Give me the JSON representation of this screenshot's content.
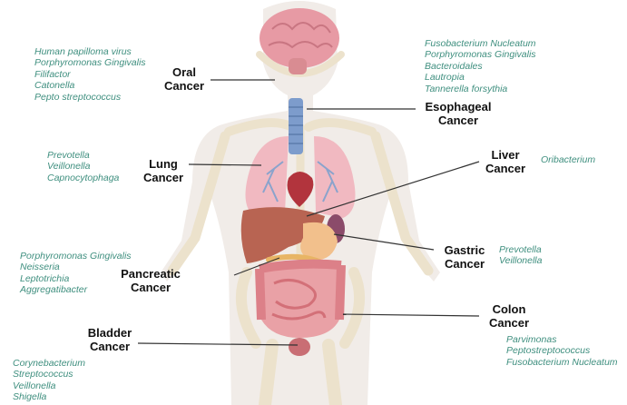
{
  "colors": {
    "bacteria_text": "#3f8f7f",
    "label_text": "#111111",
    "leader_line": "#333333",
    "skeleton": "#ece2cc",
    "skin": "#f1ece8",
    "brain": "#e79aa4",
    "trachea": "#7d9ccc",
    "lung": "#f1b9c1",
    "liver": "#b86452",
    "intestine": "#dc8088",
    "stomach": "#f2c08c",
    "spleen": "#8b4b6a",
    "bladder": "#c96e74"
  },
  "icons": [
    "brain-icon",
    "trachea-icon",
    "lungs-icon",
    "heart-icon",
    "liver-icon",
    "stomach-icon",
    "pancreas-icon",
    "intestine-icon",
    "bladder-icon",
    "skeleton-icon"
  ],
  "cancers": {
    "oral": {
      "line1": "Oral",
      "line2": "Cancer",
      "bacteria": [
        "Human papilloma virus",
        "Porphyromonas Gingivalis",
        "Filifactor",
        "Catonella",
        "Pepto streptococcus"
      ]
    },
    "esophageal": {
      "line1": "Esophageal",
      "line2": "Cancer",
      "bacteria": [
        "Fusobacterium Nucleatum",
        "Porphyromonas Gingivalis",
        "Bacteroidales",
        "Lautropia",
        "Tannerella forsythia"
      ]
    },
    "lung": {
      "line1": "Lung",
      "line2": "Cancer",
      "bacteria": [
        "Prevotella",
        "Veillonella",
        "Capnocytophaga"
      ]
    },
    "liver": {
      "line1": "Liver",
      "line2": "Cancer",
      "bacteria": [
        "Oribacterium"
      ]
    },
    "gastric": {
      "line1": "Gastric",
      "line2": "Cancer",
      "bacteria": [
        "Prevotella",
        "Veillonella"
      ]
    },
    "pancreatic": {
      "line1": "Pancreatic",
      "line2": "Cancer",
      "bacteria": [
        "Porphyromonas Gingivalis",
        "Neisseria",
        "Leptotrichia",
        "Aggregatibacter"
      ]
    },
    "colon": {
      "line1": "Colon",
      "line2": "Cancer",
      "bacteria": [
        "Parvimonas",
        "Peptostreptococcus",
        "Fusobacterium Nucleatum"
      ]
    },
    "bladder": {
      "line1": "Bladder",
      "line2": "Cancer",
      "bacteria": [
        "Corynebacterium",
        "Streptococcus",
        "Veillonella",
        "Shigella"
      ]
    }
  }
}
